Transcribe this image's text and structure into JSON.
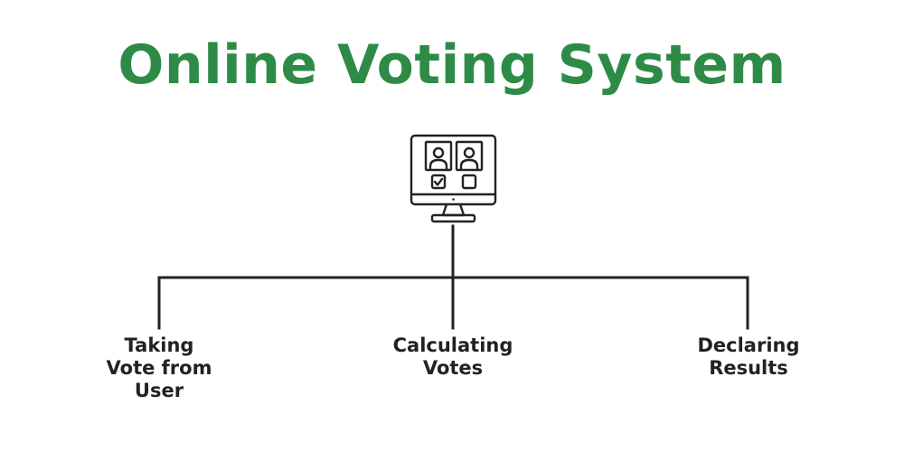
{
  "title": "Online Voting System",
  "colors": {
    "title": "#2e8b47",
    "line": "#222222",
    "text": "#222222"
  },
  "central_icon": "voting-computer-icon",
  "branches": [
    {
      "label": "Taking\nVote from\nUser"
    },
    {
      "label": "Calculating\nVotes"
    },
    {
      "label": "Declaring\nResults"
    }
  ]
}
